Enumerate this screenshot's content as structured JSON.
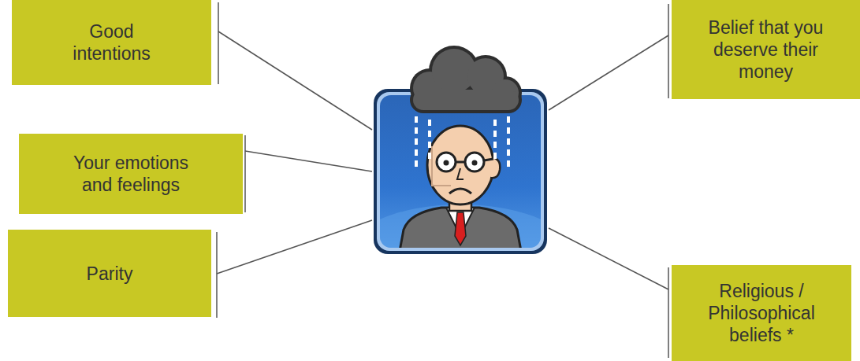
{
  "diagram": {
    "nodes": [
      {
        "text": [
          "Good intentions"
        ]
      },
      {
        "text": [
          "Belief that you deserve their money"
        ]
      },
      {
        "text": [
          "Your emotions and feelings"
        ]
      },
      {
        "text": [
          "Parity"
        ]
      },
      {
        "text": [
          "Religious / Philosophical beliefs *"
        ]
      }
    ]
  }
}
